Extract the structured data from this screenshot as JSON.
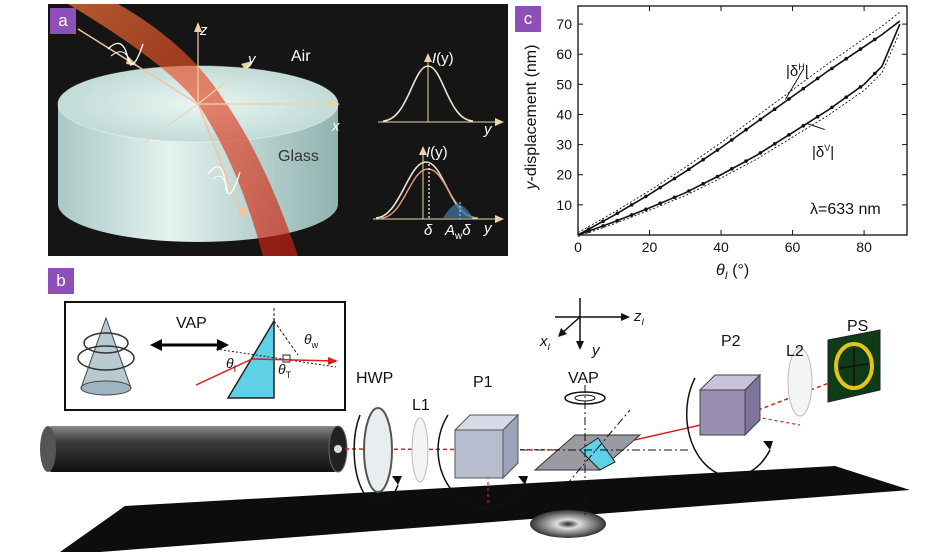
{
  "panel_a": {
    "tag": "a",
    "axes": {
      "z": "z",
      "y": "y",
      "x": "x"
    },
    "media": {
      "upper": "Air",
      "lower": "Glass"
    },
    "top_plot": {
      "ylabel_var": "I",
      "ylabel_arg": "(y)",
      "xlabel": "y"
    },
    "bottom_plot": {
      "ylabel_var": "I",
      "ylabel_arg": "(y)",
      "xlabel": "y",
      "mark1": "δ",
      "mark2_a": "A",
      "mark2_sub": "w",
      "mark2_b": "δ"
    },
    "colors": {
      "background": "#151515",
      "beam": "#e2401e",
      "glass": "#cfe6e3"
    }
  },
  "panel_b": {
    "tag": "b",
    "inset": {
      "label": "VAP",
      "theta_i": "θ",
      "theta_i_sub": "I",
      "theta_t": "θ",
      "theta_t_sub": "T",
      "theta_w": "θ",
      "theta_w_sub": "w"
    },
    "axes": {
      "x": "x",
      "x_sub": "I",
      "y": "y",
      "z": "z",
      "z_sub": "I"
    },
    "components": {
      "hwp": "HWP",
      "l1": "L1",
      "p1": "P1",
      "vap": "VAP",
      "p2": "P2",
      "l2": "L2",
      "ps": "PS"
    },
    "colors": {
      "laser": "#d81e1e",
      "prism": "#5fd0e6",
      "detector": "#e6c21a"
    }
  },
  "panel_c": {
    "tag": "c",
    "ylabel_a": "y",
    "ylabel_b": "-displacement (nm)",
    "xlabel": "θ",
    "xlabel_sub": "I",
    "xlabel_unit": " (°)",
    "annotation": "λ=633 nm",
    "curve_label_h": "|δ",
    "curve_label_h_sup": "H",
    "curve_label_v": "|δ",
    "curve_label_v_sup": "V",
    "close_bar": "|"
  },
  "chart_data": {
    "type": "line",
    "xlim": [
      0,
      92
    ],
    "ylim": [
      0,
      76
    ],
    "x_ticks": [
      "0",
      "20",
      "40",
      "60",
      "80"
    ],
    "y_ticks": [
      "10",
      "20",
      "30",
      "40",
      "50",
      "60",
      "70"
    ],
    "series": [
      {
        "name": "|δH|",
        "x": [
          0,
          10,
          20,
          30,
          40,
          50,
          60,
          70,
          80,
          85,
          90
        ],
        "values": [
          0,
          6.5,
          13.5,
          21,
          29,
          37.5,
          46,
          54.5,
          62.5,
          66.5,
          71
        ]
      },
      {
        "name": "|δV|",
        "x": [
          0,
          10,
          20,
          30,
          40,
          50,
          60,
          70,
          80,
          85,
          90
        ],
        "values": [
          0,
          4.3,
          9,
          14,
          20,
          26.5,
          34,
          41.5,
          50,
          56,
          70
        ]
      }
    ],
    "markers_x": [
      3,
      7,
      11,
      15,
      19,
      23,
      27,
      31,
      35,
      39,
      43,
      47,
      51,
      55,
      59,
      63,
      67,
      71,
      75,
      79,
      83
    ]
  }
}
